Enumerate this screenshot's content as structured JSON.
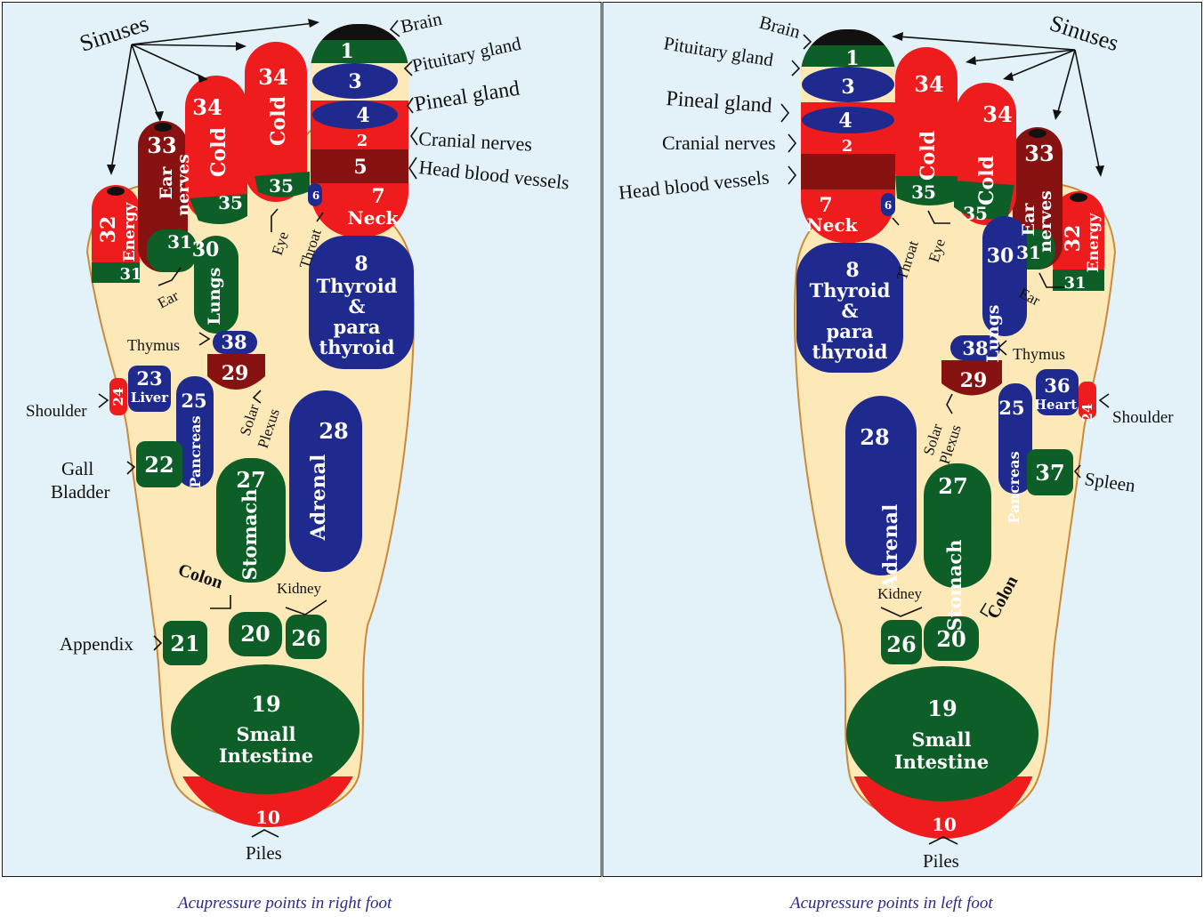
{
  "colors": {
    "background": "#e3f2f8",
    "skin": "#fde8b8",
    "outline": "#c98a3c",
    "red": "#ee1c1c",
    "maroon": "#861212",
    "green": "#0e5e28",
    "blue": "#1f2a8f",
    "black": "#111111",
    "caption": "#2b2a8c"
  },
  "right_foot": {
    "caption": "Acupressure points in right foot",
    "regions": {
      "brain_1": "1",
      "pituitary_3": "3",
      "pineal_4": "4",
      "cranial_2": "2",
      "vessels_5": "5",
      "neck_num": "7",
      "neck_label": "Neck",
      "throat_6": "6",
      "toe2_num": "34",
      "toe2_label": "Cold",
      "toe2_base": "35",
      "toe3_num": "34",
      "toe3_label": "Cold",
      "toe3_base": "35",
      "toe4_num": "33",
      "toe4_label_1": "Ear",
      "toe4_label_2": "nerves",
      "toe4_base": "31",
      "toe5_num": "32",
      "toe5_label": "Energy",
      "toe5_base": "31",
      "lungs_num": "30",
      "lungs_label": "Lungs",
      "thyroid_num": "8",
      "thyroid_l1": "Thyroid",
      "thyroid_l2": "&",
      "thyroid_l3": "para",
      "thyroid_l4": "thyroid",
      "thymus_38": "38",
      "solar_29": "29",
      "shoulder_24": "24",
      "organ_num": "23",
      "organ_label": "Liver",
      "pancreas_num": "25",
      "pancreas_label": "Pancreas",
      "adrenal_num": "28",
      "adrenal_label": "Adrenal",
      "gall_22": "22",
      "stomach_num": "27",
      "stomach_label": "Stomach",
      "colon_20": "20",
      "kidney_26": "26",
      "appendix_21": "21",
      "intestine_num": "19",
      "intestine_l1": "Small",
      "intestine_l2": "Intestine",
      "piles_10": "10"
    },
    "labels": {
      "sinuses": "Sinuses",
      "brain": "Brain",
      "pituitary": "Pituitary gland",
      "pineal": "Pineal gland",
      "cranial": "Cranial nerves",
      "vessels": "Head blood vessels",
      "eye": "Eye",
      "throat": "Throat",
      "ear": "Ear",
      "thymus": "Thymus",
      "solar_1": "Solar",
      "solar_2": "Plexus",
      "shoulder": "Shoulder",
      "gall_1": "Gall",
      "gall_2": "Bladder",
      "colon": "Colon",
      "kidney": "Kidney",
      "appendix": "Appendix",
      "piles": "Piles"
    }
  },
  "left_foot": {
    "caption": "Acupressure points in left foot",
    "regions": {
      "brain_1": "1",
      "pituitary_3": "3",
      "pineal_4": "4",
      "cranial_2": "2",
      "neck_num": "7",
      "neck_label": "Neck",
      "throat_6": "6",
      "toe2_num": "34",
      "toe2_label": "Cold",
      "toe2_base": "35",
      "toe3_num": "34",
      "toe3_label": "Cold",
      "toe3_base": "35",
      "toe4_num": "33",
      "toe4_label_1": "Ear",
      "toe4_label_2": "nerves",
      "toe4_base": "31",
      "toe5_num": "32",
      "toe5_label": "Energy",
      "toe5_base": "31",
      "lungs_num": "30",
      "lungs_label": "Lungs",
      "thyroid_num": "8",
      "thyroid_l1": "Thyroid",
      "thyroid_l2": "&",
      "thyroid_l3": "para",
      "thyroid_l4": "thyroid",
      "thymus_38": "38",
      "solar_29": "29",
      "shoulder_24": "24",
      "organ_num": "36",
      "organ_label": "Heart",
      "pancreas_num": "25",
      "pancreas_label": "Pancreas",
      "adrenal_num": "28",
      "adrenal_label": "Adrenal",
      "spleen_37": "37",
      "stomach_num": "27",
      "stomach_label": "Stomach",
      "kidney_26": "26",
      "colon_20": "20",
      "intestine_num": "19",
      "intestine_l1": "Small",
      "intestine_l2": "Intestine",
      "piles_10": "10"
    },
    "labels": {
      "sinuses": "Sinuses",
      "brain": "Brain",
      "pituitary": "Pituitary gland",
      "pineal": "Pineal gland",
      "cranial": "Cranial nerves",
      "vessels": "Head blood vessels",
      "eye": "Eye",
      "throat": "Throat",
      "ear": "Ear",
      "thymus": "Thymus",
      "solar_1": "Solar",
      "solar_2": "Plexus",
      "shoulder": "Shoulder",
      "spleen": "Spleen",
      "colon": "Colon",
      "kidney": "Kidney",
      "piles": "Piles"
    }
  }
}
